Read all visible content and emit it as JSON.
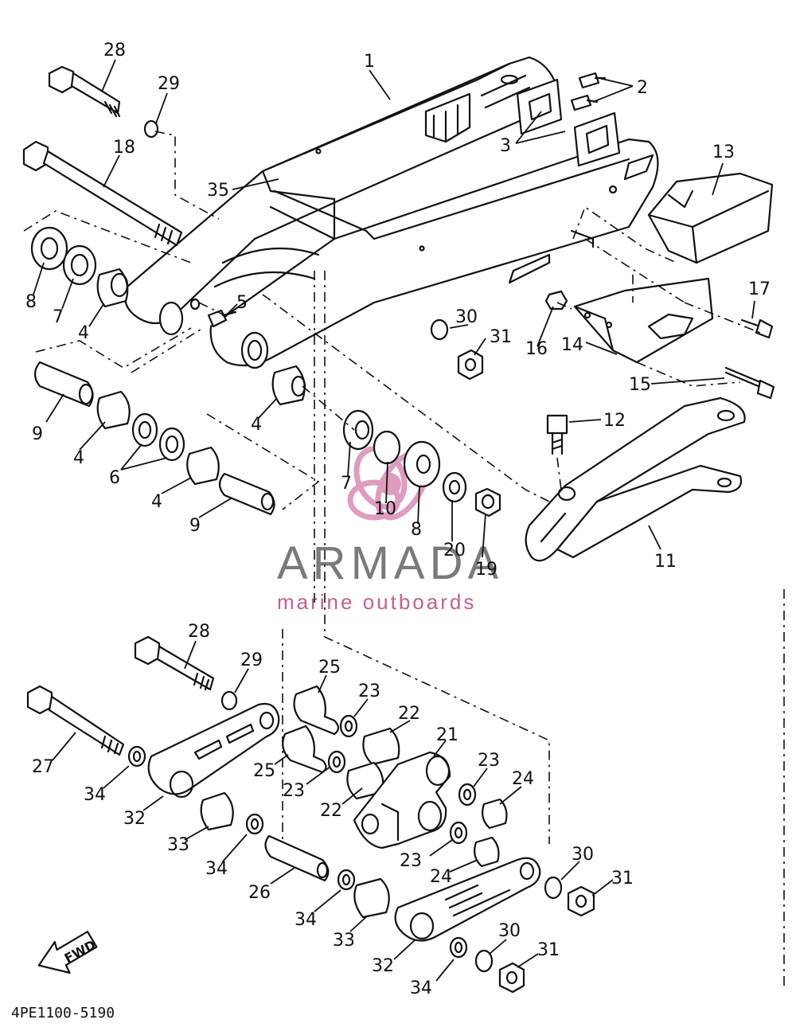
{
  "drawing_code": "4PE1100-5190",
  "watermark": {
    "brand": "ARMADA",
    "tagline": "marine outboards",
    "accent": "#d98bb4",
    "text_color": "#7a7a7a"
  },
  "fwd_label": "FWD",
  "callouts": [
    "1",
    "2",
    "3",
    "4",
    "4",
    "4",
    "4",
    "5",
    "6",
    "7",
    "7",
    "8",
    "8",
    "9",
    "9",
    "10",
    "11",
    "12",
    "13",
    "14",
    "15",
    "16",
    "17",
    "18",
    "19",
    "20",
    "21",
    "22",
    "22",
    "23",
    "23",
    "23",
    "23",
    "24",
    "24",
    "25",
    "25",
    "26",
    "27",
    "28",
    "28",
    "29",
    "29",
    "30",
    "30",
    "30",
    "31",
    "31",
    "31",
    "32",
    "32",
    "33",
    "33",
    "34",
    "34",
    "34",
    "34",
    "35"
  ]
}
